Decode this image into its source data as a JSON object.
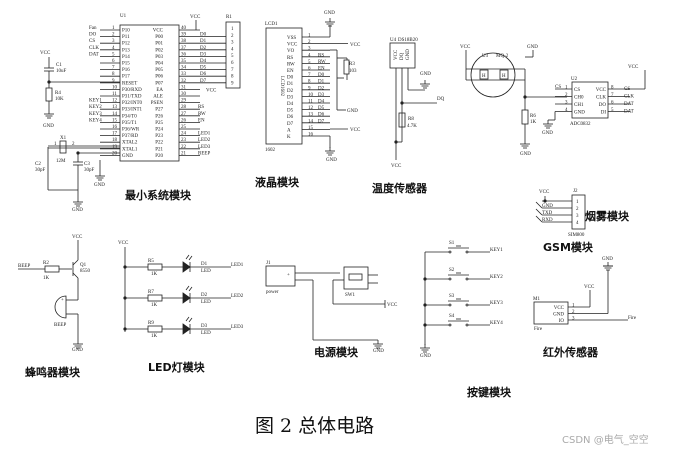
{
  "caption": "图 2  总体电路",
  "watermark": "CSDN @电气_空空",
  "modules": {
    "mcu": {
      "title": "最小系统模块",
      "ref": "U1",
      "left_pins": [
        "P10",
        "P11",
        "P12",
        "P13",
        "P14",
        "P15",
        "P16",
        "P17",
        "RESET",
        "P30/RXD",
        "P31/TXD",
        "P32/INT0",
        "P33/INT1",
        "P34/T0",
        "P35/T1",
        "P36/WR",
        "P37/RD",
        "XTAL2",
        "XTAL1",
        "GND"
      ],
      "left_nums": [
        "1",
        "2",
        "3",
        "4",
        "5",
        "6",
        "7",
        "8",
        "9",
        "10",
        "11",
        "12",
        "13",
        "14",
        "15",
        "16",
        "17",
        "18",
        "19",
        "20"
      ],
      "left_nets": [
        "Fan",
        "DO",
        "CS",
        "CLK",
        "DAT",
        "KEY1",
        "KEY2",
        "KEY3",
        "KEY4"
      ],
      "right_pins": [
        "VCC",
        "P00",
        "P01",
        "P02",
        "P03",
        "P04",
        "P05",
        "P06",
        "P07",
        "EA",
        "ALE",
        "PSEN",
        "P27",
        "P26",
        "P25",
        "P24",
        "P23",
        "P22",
        "P21",
        "P20"
      ],
      "right_nums": [
        "40",
        "39",
        "38",
        "37",
        "36",
        "35",
        "34",
        "33",
        "32",
        "31",
        "30",
        "29",
        "28",
        "27",
        "26",
        "25",
        "24",
        "23",
        "22",
        "21"
      ],
      "right_nets": [
        "D0",
        "D1",
        "D2",
        "D3",
        "D4",
        "D5",
        "D6",
        "D7",
        "VCC",
        "RS",
        "RW",
        "EN",
        "LED1",
        "LED2",
        "LED3",
        "BEEP"
      ],
      "vcc": "VCC",
      "gnd": "GND",
      "rnet_ref": "R1",
      "rnet_nums": [
        "1",
        "2",
        "3",
        "4",
        "5",
        "6",
        "7",
        "8",
        "9"
      ],
      "c1": "C1",
      "c1_val": "10uF",
      "r4": "R4",
      "r4_val": "10K",
      "x1": "X1",
      "x1_val": "12M",
      "c2": "C2",
      "c2_val": "30pF",
      "c3": "C3",
      "c3_val": "30pF",
      "x_pin1": "1",
      "x_pin2": "2"
    },
    "lcd": {
      "title": "液晶模块",
      "ref": "LCD1",
      "name": "LCD1602",
      "footer": "1602",
      "pins": [
        "VSS",
        "VCC",
        "VO",
        "RS",
        "RW",
        "EN",
        "D0",
        "D1",
        "D2",
        "D3",
        "D4",
        "D5",
        "D6",
        "D7",
        "A",
        "K"
      ],
      "nums": [
        "1",
        "2",
        "3",
        "4",
        "5",
        "6",
        "7",
        "8",
        "9",
        "10",
        "11",
        "12",
        "13",
        "14",
        "15",
        "16"
      ],
      "nets": [
        "RS",
        "RW",
        "EN",
        "D0",
        "D1",
        "D2",
        "D3",
        "D4",
        "D5",
        "D6",
        "D7"
      ],
      "r3": "R3",
      "r3_val": "103",
      "gnd": "GND",
      "vcc": "VCC"
    },
    "temp": {
      "title": "温度传感器",
      "ref": "U4",
      "part": "DS18B20",
      "pins": [
        "VCC",
        "DQ",
        "GND"
      ],
      "net": "DQ",
      "r8": "R8",
      "r8_val": "4.7K",
      "gnd": "GND",
      "vcc": "VCC"
    },
    "smoke": {
      "title": "烟雾模块",
      "sensor_ref": "U3",
      "sensor": "MQ-2",
      "sensor_pin": "H",
      "adc_ref": "U2",
      "adc": "ADC0832",
      "adc_left": [
        "CS",
        "CH0",
        "CH1",
        "GND"
      ],
      "adc_right": [
        "VCC",
        "CLK",
        "DO",
        "DI"
      ],
      "adc_left_nums": [
        "1",
        "2",
        "3",
        "4"
      ],
      "adc_right_nums": [
        "8",
        "7",
        "6",
        "5"
      ],
      "nets": [
        "CS",
        "CLK",
        "DAT",
        "DAT"
      ],
      "r6": "R6",
      "r6_val": "1K",
      "vcc": "VCC",
      "gnd": "GND"
    },
    "gsm": {
      "title": "GSM模块",
      "ref": "J2",
      "part": "SIM800",
      "pins": [
        "VCC",
        "GND",
        "TXD",
        "RXD"
      ],
      "nums": [
        "1",
        "2",
        "3",
        "4"
      ]
    },
    "buzzer": {
      "title": "蜂鸣器模块",
      "net": "BEEP",
      "r": "R2",
      "r_val": "1K",
      "q": "Q1",
      "q_part": "8550",
      "buzzer": "BEEP",
      "vcc": "VCC",
      "gnd": "GND"
    },
    "led": {
      "title": "LED灯模块",
      "vcc": "VCC",
      "rows": [
        {
          "r": "R5",
          "r_val": "1K",
          "d": "D1",
          "d_type": "LED",
          "net": "LED1"
        },
        {
          "r": "R7",
          "r_val": "1K",
          "d": "D2",
          "d_type": "LED",
          "net": "LED2"
        },
        {
          "r": "R9",
          "r_val": "1K",
          "d": "D3",
          "d_type": "LED",
          "net": "LED3"
        }
      ]
    },
    "power": {
      "title": "电源模块",
      "ref": "J1",
      "part": "power",
      "switch": "SW1",
      "plus": "+",
      "vcc": "VCC",
      "gnd": "GND"
    },
    "keys": {
      "title": "按键模块",
      "gnd": "GND",
      "rows": [
        {
          "s": "S1",
          "net": "KEY1"
        },
        {
          "s": "S2",
          "net": "KEY2"
        },
        {
          "s": "S3",
          "net": "KEY3"
        },
        {
          "s": "S4",
          "net": "KEY4"
        }
      ]
    },
    "ir": {
      "title": "红外传感器",
      "ref": "M1",
      "part": "Fire",
      "pins": [
        "VCC",
        "GND",
        "IO"
      ],
      "nums": [
        "1",
        "2",
        "3"
      ],
      "net": "Fire",
      "vcc": "VCC",
      "gnd": "GND"
    }
  }
}
